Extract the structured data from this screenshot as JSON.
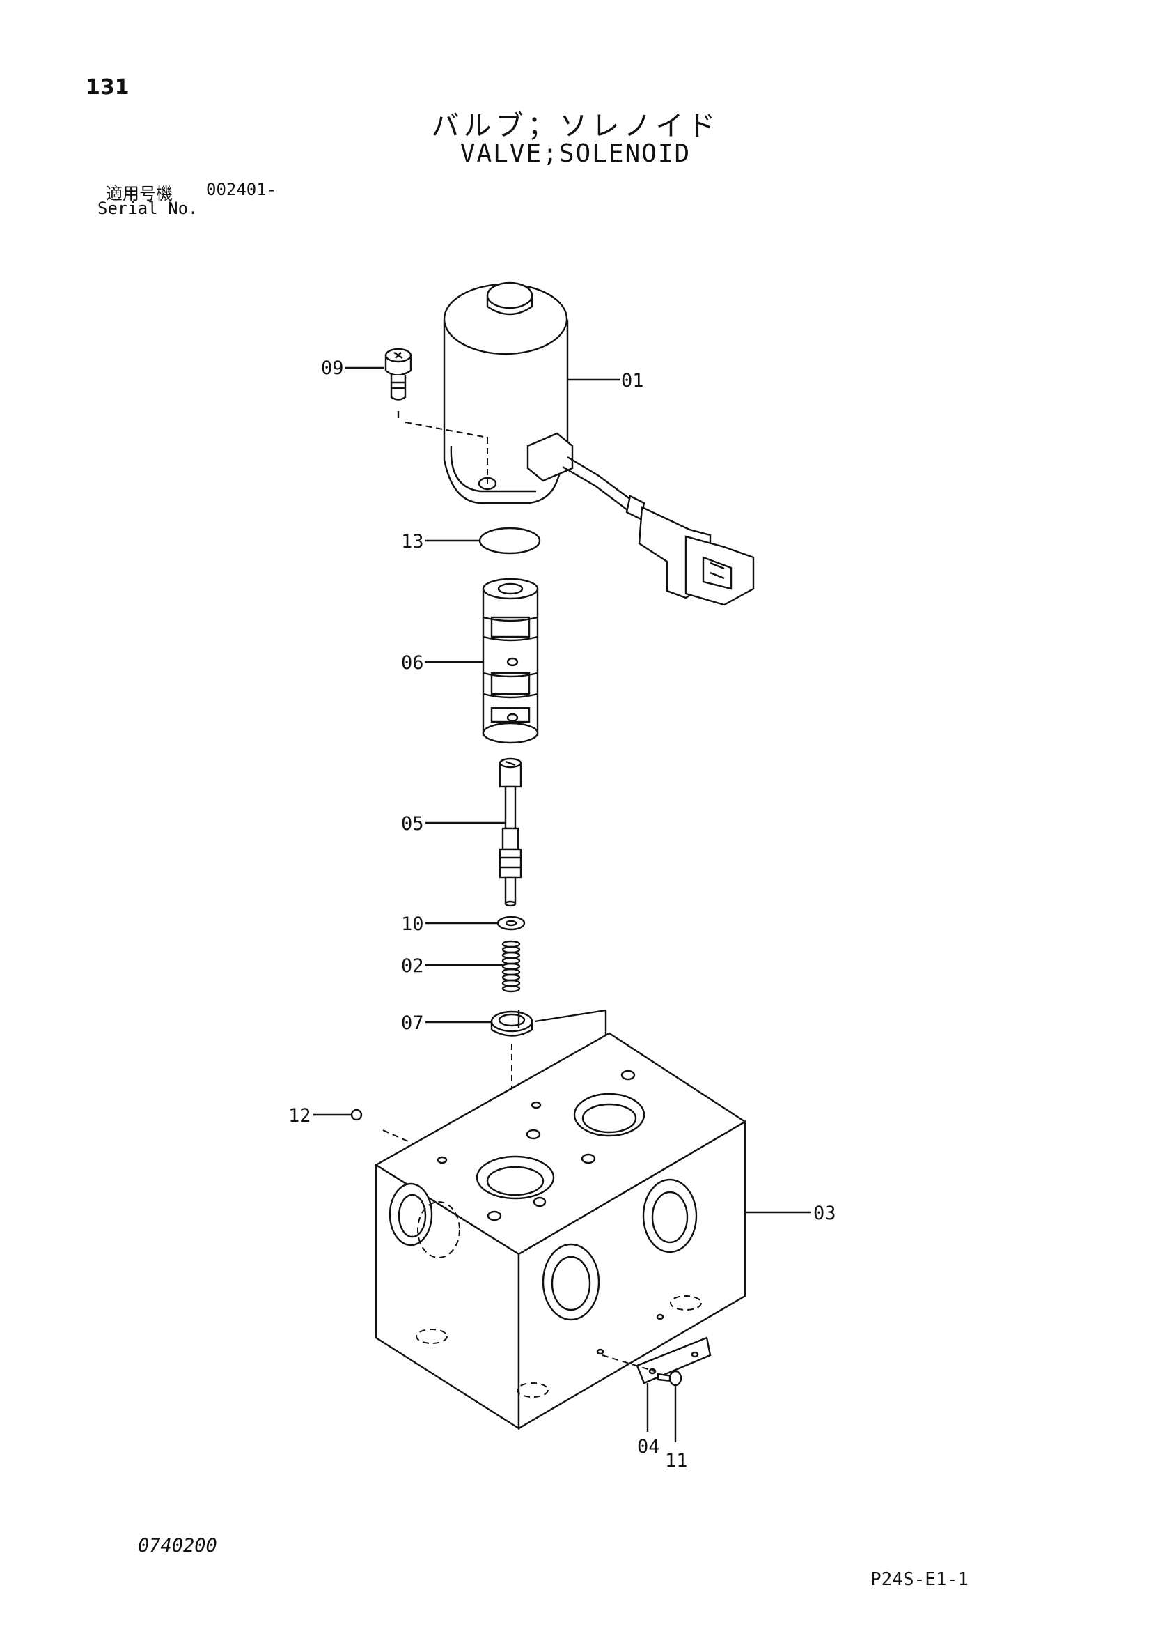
{
  "page_number": "131",
  "title": {
    "japanese": "バルブ；ソレノイド",
    "english": "VALVE;SOLENOID"
  },
  "serial": {
    "label_jp": "適用号機",
    "number": "002401-",
    "label_en": "Serial No."
  },
  "callouts": {
    "c01": "01",
    "c02": "02",
    "c03": "03",
    "c04": "04",
    "c05": "05",
    "c06": "06",
    "c07": "07",
    "c09": "09",
    "c10": "10",
    "c11": "11",
    "c12": "12",
    "c13": "13"
  },
  "footer": {
    "doc_code": "0740200",
    "page_code": "P24S-E1-1"
  }
}
